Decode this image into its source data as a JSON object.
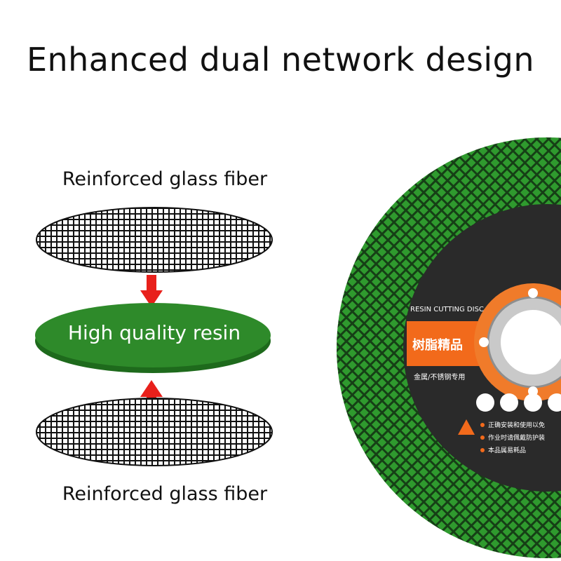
{
  "title": "Enhanced dual network design",
  "layers": {
    "top_label": "Reinforced glass fiber",
    "middle_label": "High quality resin",
    "bottom_label": "Reinforced glass fiber"
  },
  "disc": {
    "header": "RESIN CUTTING DISC",
    "brand": "树脂精品",
    "subtitle": "金属/不锈钢专用",
    "warnings": [
      "正确安装和使用以免",
      "作业时请佩戴防护装",
      "本品属易耗品"
    ]
  },
  "colors": {
    "resin_green": "#2e8a2a",
    "disc_green": "#2f9a2e",
    "label_orange": "#f26a1b",
    "arrow_red": "#e8201b"
  }
}
